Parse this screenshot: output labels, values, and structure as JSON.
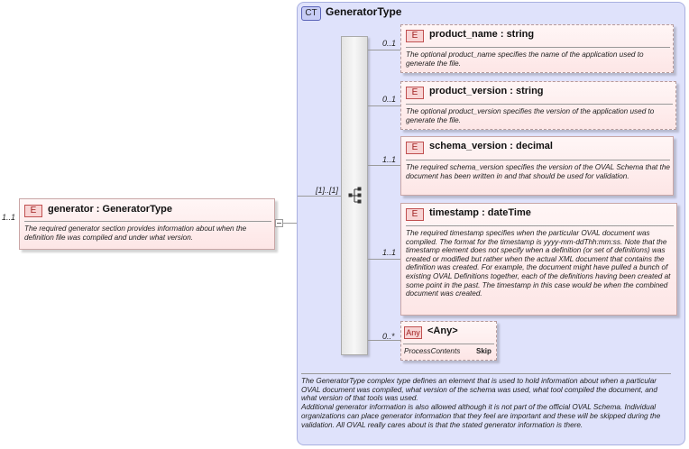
{
  "root": {
    "occurrence": "1..1",
    "badge": "E",
    "name": "generator : GeneratorType",
    "description": "The required generator section provides information about when the definition file was compiled and under what version."
  },
  "complex_type": {
    "badge": "CT",
    "name": "GeneratorType",
    "description": "The GeneratorType complex type defines an element that is used to hold information about when a particular OVAL document was compiled, what version of the schema was used, what tool compiled the document, and what version of that tools was used.\nAdditional generator information is also allowed although it is not part of the official OVAL Schema. Individual organizations can place generator information that they feel are important and these will be skipped during the validation. All OVAL really cares about is that the stated generator information is there."
  },
  "sequence": {
    "occurrence": "[1]..[1]"
  },
  "children": [
    {
      "occurrence": "0..1",
      "badge": "E",
      "name": "product_name : string",
      "description": "The optional product_name specifies the name of the application used to generate the file."
    },
    {
      "occurrence": "0..1",
      "badge": "E",
      "name": "product_version : string",
      "description": "The optional product_version specifies the version of the application used to generate the file."
    },
    {
      "occurrence": "1..1",
      "badge": "E",
      "name": "schema_version : decimal",
      "description": "The required schema_version specifies the version of the OVAL Schema that the document has been written in and that should be used for validation."
    },
    {
      "occurrence": "1..1",
      "badge": "E",
      "name": "timestamp : dateTime",
      "description": "The required timestamp specifies when the particular OVAL document was compiled. The format for the timestamp is yyyy-mm-ddThh:mm:ss. Note that the timestamp element does not specify when a definition (or set of definitions) was created or modified but rather when the actual XML document that contains the definition was created. For example, the document might have pulled a bunch of existing OVAL Definitions together, each of the definitions having been created at some point in the past. The timestamp in this case would be when the combined document was created."
    }
  ],
  "any": {
    "occurrence": "0..*",
    "badge": "Any",
    "name": "<Any>",
    "process_label": "ProcessContents",
    "process_value": "Skip"
  }
}
